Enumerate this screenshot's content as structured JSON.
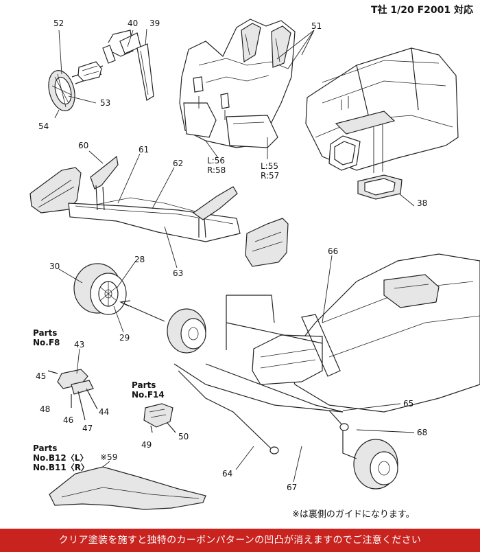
{
  "header": {
    "title": "T社 1/20 F2001 対応"
  },
  "labels": {
    "n52": "52",
    "n40": "40",
    "n39": "39",
    "n51": "51",
    "n53": "53",
    "n54": "54",
    "n56": "L:56",
    "n58": "R:58",
    "n55": "L:55",
    "n57": "R:57",
    "n60": "60",
    "n61": "61",
    "n62": "62",
    "n63": "63",
    "n38": "38",
    "n30": "30",
    "n28": "28",
    "n29": "29",
    "n66": "66",
    "n43": "43",
    "n45": "45",
    "n48": "48",
    "n46": "46",
    "n47": "47",
    "n44": "44",
    "n49": "49",
    "n50": "50",
    "n59": "※59",
    "n65": "65",
    "n68": "68",
    "n64": "64",
    "n67": "67"
  },
  "parts_blocks": {
    "f8": [
      "Parts",
      "No.F8"
    ],
    "f14": [
      "Parts",
      "No.F14"
    ],
    "b12": [
      "Parts",
      "No.B12〈L〉",
      "No.B11〈R〉"
    ]
  },
  "footnote": "※は裏側のガイドになります。",
  "banner": "クリア塗装を施すと独特のカーボンパターンの凹凸が消えますのでご注意ください"
}
